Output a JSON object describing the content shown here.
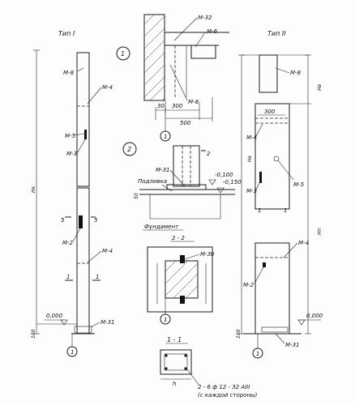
{
  "left_column": {
    "title": "Тип I",
    "labels": {
      "m8": "М-8",
      "m4_top": "М-4",
      "m5": "М-5",
      "m3": "М-3",
      "sec5a": "5",
      "sec5b": "5",
      "m2": "М-2",
      "m4_bottom": "М-4",
      "one_a": "1",
      "one_b": "1",
      "level": "0,000",
      "m31": "М-31",
      "hk": "Нк",
      "base": "100",
      "axis": "1"
    }
  },
  "right_column": {
    "title": "Тип II",
    "labels": {
      "m8": "М-8",
      "dim300": "300",
      "m4_top": "М-4",
      "m3": "М-3",
      "m5": "М-5",
      "one_a": "1",
      "one_b": "1",
      "m4_bottom": "М-4",
      "m2": "М-2",
      "level": "0,000",
      "m31": "М-31",
      "hv": "Нв",
      "hk": "Нк",
      "hn": "Нп",
      "base": "100",
      "axis": "1"
    }
  },
  "detail1": {
    "number": "1",
    "labels": {
      "m32": "М-32",
      "m6": "М-6",
      "m8": "М-8",
      "d30": "30",
      "d300": "300",
      "d500": "500",
      "axis": "1"
    }
  },
  "detail2": {
    "number": "2",
    "labels": {
      "two": "2",
      "m31": "М-31",
      "podlivka": "Подливка",
      "lvl_minus100": "-0,100",
      "lvl_minus150": "-0,150",
      "d50": "50",
      "fundament": "Фундамент",
      "two_two": "2 - 2",
      "m30": "М-30",
      "axis": "1"
    }
  },
  "section11": {
    "title": "1 - 1",
    "dim": "h",
    "note_line1": "2 - 6 ф 12 - 32 АIII",
    "note_line2": "(с каждой стороны)"
  }
}
